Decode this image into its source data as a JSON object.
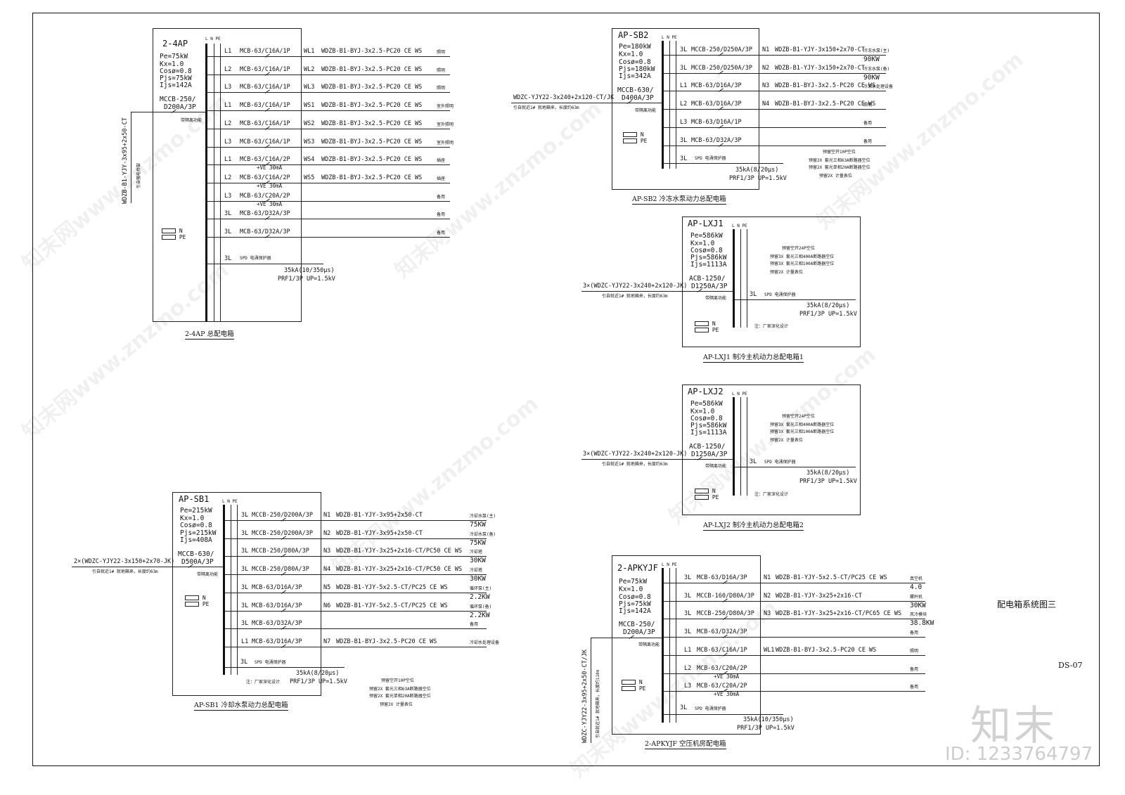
{
  "drawing": {
    "sheet_title": "配电箱系统图三",
    "sheet_no": "DS-07",
    "watermark": "知末网www.znzmo.com",
    "logo": "知末",
    "image_id": "ID: 1233764797"
  },
  "panel_4ap": {
    "name": "2-4AP",
    "caption": "2-4AP 总配电箱",
    "params": [
      "Pe=75kW",
      "Kx=1.0",
      "Cosø=0.8",
      "Pjs=75kW",
      "Ijs=142A"
    ],
    "main_breaker": [
      "MCCB-250/",
      "D200A/3P"
    ],
    "feeder": "WDZB-B1-YJY-3x95+2x50-CT",
    "feeder_note": "引自强电桥架",
    "isolate": "带隔离功能",
    "bus_labels": "L  N  PE",
    "pe_labels": [
      "N",
      "PE"
    ],
    "spd": [
      "SPD 电涌保护器",
      "35kA(10/350μs)",
      "PRF1/3P UP=1.5kV"
    ],
    "circuits": [
      {
        "phase": "L1",
        "breaker": "MCB-63/C16A/1P",
        "rcd": "",
        "no": "WL1",
        "cable": "WDZB-B1-BYJ-3x2.5-PC20 CE WS",
        "load": "照明"
      },
      {
        "phase": "L2",
        "breaker": "MCB-63/C16A/1P",
        "rcd": "",
        "no": "WL2",
        "cable": "WDZB-B1-BYJ-3x2.5-PC20 CE WS",
        "load": "照明"
      },
      {
        "phase": "L3",
        "breaker": "MCB-63/C16A/1P",
        "rcd": "",
        "no": "WL3",
        "cable": "WDZB-B1-BYJ-3x2.5-PC20 CE WS",
        "load": "照明"
      },
      {
        "phase": "L1",
        "breaker": "MCB-63/C16A/1P",
        "rcd": "",
        "no": "WS1",
        "cable": "WDZB-B1-BYJ-3x2.5-PC20 CE WS",
        "load": "室外照明"
      },
      {
        "phase": "L2",
        "breaker": "MCB-63/C16A/1P",
        "rcd": "",
        "no": "WS2",
        "cable": "WDZB-B1-BYJ-3x2.5-PC20 CE WS",
        "load": "室外照明"
      },
      {
        "phase": "L3",
        "breaker": "MCB-63/C16A/1P",
        "rcd": "",
        "no": "WS3",
        "cable": "WDZB-B1-BYJ-3x2.5-PC20 CE WS",
        "load": "室外照明"
      },
      {
        "phase": "L1",
        "breaker": "MCB-63/C16A/2P",
        "rcd": "+VE 30mA",
        "no": "WS4",
        "cable": "WDZB-B1-BYJ-3x2.5-PC20 CE WS",
        "load": "插座"
      },
      {
        "phase": "L2",
        "breaker": "MCB-63/C16A/2P",
        "rcd": "+VE 30mA",
        "no": "WS5",
        "cable": "WDZB-B1-BYJ-3x2.5-PC20 CE WS",
        "load": "插座"
      },
      {
        "phase": "L3",
        "breaker": "MCB-63/C20A/2P",
        "rcd": "+VE 30mA",
        "no": "",
        "cable": "",
        "load": "备用"
      },
      {
        "phase": "3L",
        "breaker": "MCB-63/D32A/3P",
        "rcd": "",
        "no": "",
        "cable": "",
        "load": "备用"
      },
      {
        "phase": "3L",
        "breaker": "MCB-63/D32A/3P",
        "rcd": "",
        "no": "",
        "cable": "",
        "load": "备用"
      }
    ]
  },
  "panel_sb2": {
    "name": "AP-SB2",
    "caption": "AP-SB2 冷冻水泵动力总配电箱",
    "params": [
      "Pe=180kW",
      "Kx=1.0",
      "Cosø=0.8",
      "Pjs=180kW",
      "Ijs=342A"
    ],
    "main_breaker": [
      "MCCB-630/",
      "D400A/3P"
    ],
    "feeder": "WDZC-YJY22-3x240+2x120-CT/JK",
    "feeder_note": "引自就近1# 就地箱来，长度约63m",
    "isolate": "带隔离功能",
    "bus_labels": "L  N  PE",
    "pe_labels": [
      "N",
      "PE"
    ],
    "spd": [
      "SPD 电涌保护器",
      "35kA(8/20μs)",
      "PRF1/3P UP=1.5kV"
    ],
    "notes": [
      "预留空开10P空位",
      "预留2X 套光三相63A断路器空位",
      "预留2X 套光单相20A断路器空位",
      "预留2X 计量表位"
    ],
    "circuits": [
      {
        "phase": "3L",
        "breaker": "MCCB-250/D250A/3P",
        "no": "N1",
        "cable": "WDZB-B1-YJY-3x150+2x70-CT",
        "load": "冷冻水泵(主)",
        "power": "90KW"
      },
      {
        "phase": "3L",
        "breaker": "MCCB-250/D250A/3P",
        "no": "N2",
        "cable": "WDZB-B1-YJY-3x150+2x70-CT",
        "load": "冷冻水泵(备)",
        "power": "90KW"
      },
      {
        "phase": "L1",
        "breaker": "MCB-63/D16A/3P",
        "no": "N3",
        "cable": "WDZB-B1-BYJ-3x2.5-PC20 CE WS",
        "load": "冷冻水处理设备",
        "power": ""
      },
      {
        "phase": "L2",
        "breaker": "MCB-63/D16A/3P",
        "no": "N4",
        "cable": "WDZB-B1-BYJ-3x2.5-PC20 CE WS",
        "load": "照明",
        "power": ""
      },
      {
        "phase": "L3",
        "breaker": "MCB-63/D16A/1P",
        "no": "",
        "cable": "",
        "load": "备用",
        "power": ""
      },
      {
        "phase": "3L",
        "breaker": "MCB-63/D32A/3P",
        "no": "",
        "cable": "",
        "load": "备用",
        "power": ""
      }
    ]
  },
  "panel_lxj1": {
    "name": "AP-LXJ1",
    "caption": "AP-LXJ1 制冷主机动力总配电箱1",
    "params": [
      "Pe=586kW",
      "Kx=1.0",
      "Cosø=0.8",
      "Pjs=586kW",
      "Ijs=1113A"
    ],
    "main_breaker": [
      "ACB-1250/",
      "D1250A/3P"
    ],
    "feeder": "3×(WDZC-YJY22-3x240+2x120-JK)",
    "feeder_note": "引自就近1# 就地箱来，长度约63m",
    "isolate": "带隔离功能",
    "bus_labels": "L  N  PE",
    "pe_labels": [
      "N",
      "PE"
    ],
    "spd_phase": "3L",
    "spd": [
      "SPD 电涌保护器",
      "35kA(8/20μs)",
      "PRF1/3P UP=1.5kV"
    ],
    "factory_note": "注：厂家深化设计",
    "notes": [
      "预留空开24P空位",
      "预留3X 套光三相400A断路器空位",
      "预留3X 套光三相100A断路器空位",
      "预留2X 计量表位"
    ]
  },
  "panel_lxj2": {
    "name": "AP-LXJ2",
    "caption": "AP-LXJ2 制冷主机动力总配电箱2",
    "params": [
      "Pe=586kW",
      "Kx=1.0",
      "Cosø=0.8",
      "Pjs=586kW",
      "Ijs=1113A"
    ],
    "main_breaker": [
      "ACB-1250/",
      "D1250A/3P"
    ],
    "feeder": "3×(WDZC-YJY22-3x240+2x120-JK)",
    "feeder_note": "引自就近1# 就地箱来，长度约63m",
    "isolate": "带隔离功能",
    "bus_labels": "L  N  PE",
    "pe_labels": [
      "N",
      "PE"
    ],
    "spd_phase": "3L",
    "spd": [
      "SPD 电涌保护器",
      "35kA(8/20μs)",
      "PRF1/3P UP=1.5kV"
    ],
    "factory_note": "注：厂家深化设计",
    "notes": [
      "预留空开24P空位",
      "预留3X 套光三相400A断路器空位",
      "预留3X 套光三相100A断路器空位",
      "预留2X 计量表位"
    ]
  },
  "panel_sb1": {
    "name": "AP-SB1",
    "caption": "AP-SB1 冷却水泵动力总配电箱",
    "params": [
      "Pe=215kW",
      "Kx=1.0",
      "Cosø=0.8",
      "Pjs=215kW",
      "Ijs=408A"
    ],
    "main_breaker": [
      "MCCB-630/",
      "D500A/3P"
    ],
    "feeder": "2×(WDZC-YJY22-3x150+2x70-JK)",
    "feeder_note": "引自就近1# 就地箱来，长度约63m",
    "isolate": "带隔离功能",
    "bus_labels": "L  N  PE",
    "pe_labels": [
      "N",
      "PE"
    ],
    "spd_phase": "3L",
    "spd": [
      "SPD 电涌保护器",
      "35kA(8/20μs)",
      "PRF1/3P UP=1.5kV"
    ],
    "factory_note": "注：厂家深化设计",
    "notes": [
      "预留空开10P空位",
      "预留2X 套光三相63A断路器空位",
      "预留2X 套光单相20A断路器空位",
      "预留2X 计量表位"
    ],
    "circuits": [
      {
        "phase": "3L",
        "breaker": "MCCB-250/D200A/3P",
        "no": "N1",
        "cable": "WDZB-B1-YJY-3x95+2x50-CT",
        "load": "冷却水泵(主)",
        "power": "75KW"
      },
      {
        "phase": "3L",
        "breaker": "MCCB-250/D200A/3P",
        "no": "N2",
        "cable": "WDZB-B1-YJY-3x95+2x50-CT",
        "load": "冷却水泵(备)",
        "power": "75KW"
      },
      {
        "phase": "3L",
        "breaker": "MCCB-250/D80A/3P",
        "no": "N3",
        "cable": "WDZB-B1-YJY-3x25+2x16-CT/PC50 CE WS",
        "load": "冷却塔",
        "power": "30KW"
      },
      {
        "phase": "3L",
        "breaker": "MCCB-250/D80A/3P",
        "no": "N4",
        "cable": "WDZB-B1-YJY-3x25+2x16-CT/PC50 CE WS",
        "load": "冷却塔",
        "power": "30KW"
      },
      {
        "phase": "3L",
        "breaker": "MCB-63/D16A/3P",
        "no": "N5",
        "cable": "WDZB-B1-YJY-5x2.5-CT/PC25 CE WS",
        "load": "循环泵(主)",
        "power": "2.2KW"
      },
      {
        "phase": "3L",
        "breaker": "MCB-63/D16A/3P",
        "no": "N6",
        "cable": "WDZB-B1-YJY-5x2.5-CT/PC25 CE WS",
        "load": "循环泵(备)",
        "power": "2.2KW"
      },
      {
        "phase": "3L",
        "breaker": "MCB-63/D32A/3P",
        "no": "",
        "cable": "",
        "load": "备用",
        "power": ""
      },
      {
        "phase": "L1",
        "breaker": "MCB-63/D16A/3P",
        "no": "N7",
        "cable": "WDZB-B1-BYJ-3x2.5-PC20 CE WS",
        "load": "冷却水处理设备",
        "power": ""
      }
    ]
  },
  "panel_kyjf": {
    "name": "2-APKYJF",
    "caption": "2-APKYJF 空压机房配电箱",
    "params": [
      "Pe=75kW",
      "Kx=1.0",
      "Cosø=0.8",
      "Pjs=75kW",
      "Ijs=142A"
    ],
    "main_breaker": [
      "MCCB-250/",
      "D200A/3P"
    ],
    "feeder": "WDZC-YJY22-3x95+2x50-CT/JK",
    "feeder_note": "引自就近1# 就地箱来，长度约110m",
    "isolate": "带隔离功能",
    "bus_labels": "L  N  PE",
    "pe_labels": [
      "N",
      "PE"
    ],
    "spd_phase": "3L",
    "spd": [
      "SPD 电涌保护器",
      "35kA(10/350μs)",
      "PRF1/3P UP=1.5kV"
    ],
    "circuits": [
      {
        "phase": "3L",
        "breaker": "MCB-63/D16A/3P",
        "rcd": "",
        "no": "N1",
        "cable": "WDZB-B1-YJY-5x2.5-CT/PC25 CE WS",
        "load": "真空机",
        "power": "4.0"
      },
      {
        "phase": "3L",
        "breaker": "MCCB-160/D80A/3P",
        "rcd": "",
        "no": "N2",
        "cable": "WDZB-B1-YJY-3x25+2x16-CT",
        "load": "螺杆机",
        "power": "30KW"
      },
      {
        "phase": "3L",
        "breaker": "MCCB-250/D80A/3P",
        "rcd": "",
        "no": "N3",
        "cable": "WDZB-B1-YJY-3x25+2x16-CT/PC65 CE WS",
        "load": "风冷模块",
        "power": "38.8KW"
      },
      {
        "phase": "3L",
        "breaker": "MCB-63/D32A/3P",
        "rcd": "",
        "no": "",
        "cable": "",
        "load": "备用",
        "power": ""
      },
      {
        "phase": "L1",
        "breaker": "MCB-63/C16A/1P",
        "rcd": "",
        "no": "WL1",
        "cable": "WDZB-B1-BYJ-3x2.5-PC20 CE WS",
        "load": "照明",
        "power": ""
      },
      {
        "phase": "L2",
        "breaker": "MCB-63/C20A/2P",
        "rcd": "+VE 30mA",
        "no": "",
        "cable": "",
        "load": "备用",
        "power": ""
      },
      {
        "phase": "L3",
        "breaker": "MCB-63/C20A/2P",
        "rcd": "+VE 30mA",
        "no": "",
        "cable": "",
        "load": "备用",
        "power": ""
      }
    ]
  }
}
